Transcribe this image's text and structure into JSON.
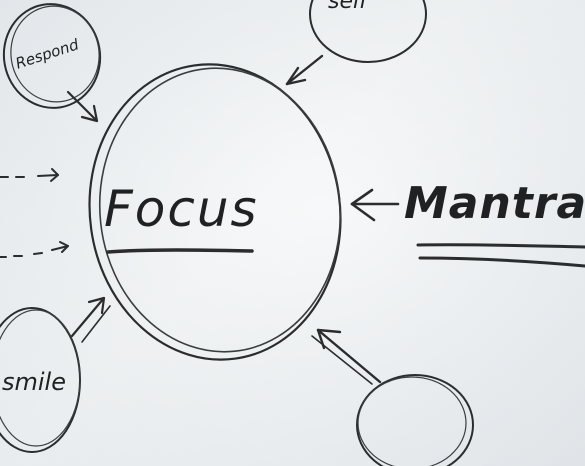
{
  "diagram": {
    "center_label": "Focus",
    "right_label": "Mantra",
    "left_bottom_label": "smile",
    "top_left_label": "Respond",
    "top_right_label": "self"
  },
  "colors": {
    "whiteboard": "#eef1f3",
    "marker": "#2a2c2d"
  }
}
